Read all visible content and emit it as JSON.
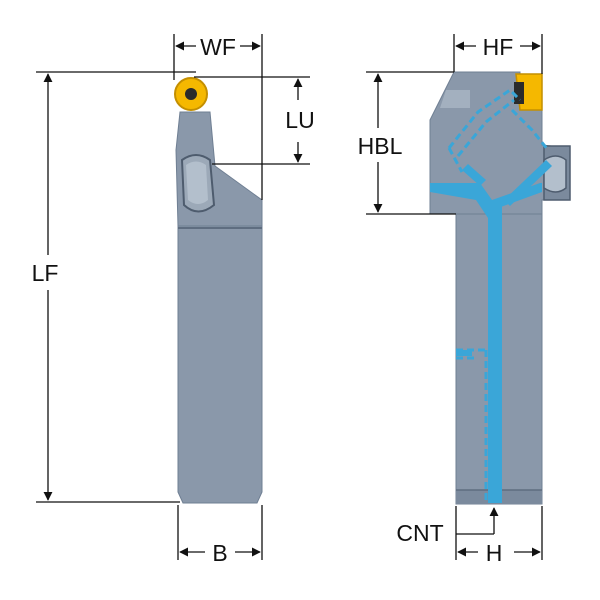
{
  "labels": {
    "wf": "WF",
    "lu": "LU",
    "lf": "LF",
    "b": "B",
    "hf": "HF",
    "hbl": "HBL",
    "cnt": "CNT",
    "h": "H"
  },
  "colors": {
    "body": "#8a98aa",
    "body_dark": "#6f7f93",
    "body_light": "#b3bfcc",
    "insert": "#f5b800",
    "insert_center": "#2b2b2b",
    "coolant": "#3aa6d8",
    "outline": "#111111"
  }
}
